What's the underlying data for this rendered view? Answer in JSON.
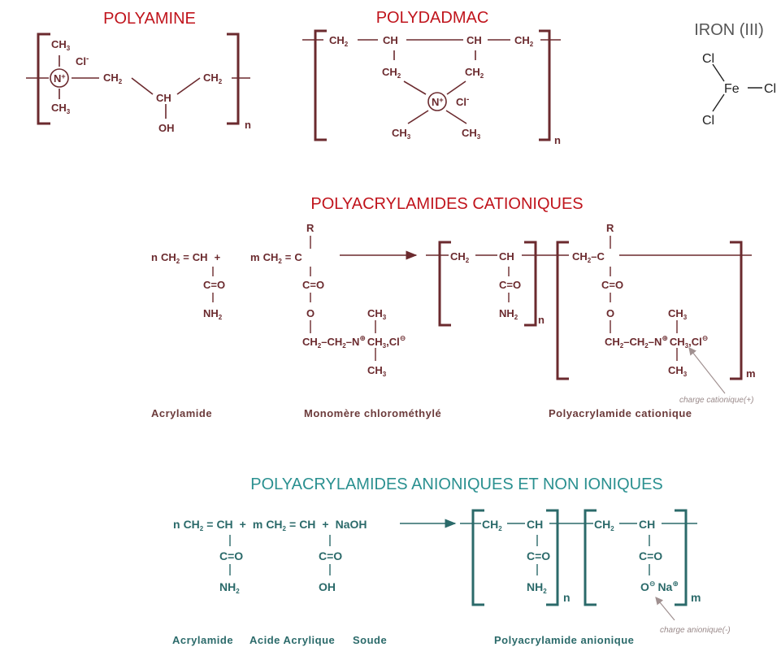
{
  "colors": {
    "maroon": "#6b2a2e",
    "red_title": "#c0141c",
    "teal": "#2b6a6a",
    "teal_title": "#2a9090",
    "gray": "#555555",
    "note": "#9a8a8a"
  },
  "titles": {
    "polyamine": "POLYAMINE",
    "polydadmac": "POLYDADMAC",
    "iron": "IRON (III)",
    "cationic": "POLYACRYLAMIDES CATIONIQUES",
    "anionic": "POLYACRYLAMIDES ANIONIQUES ET NON IONIQUES"
  },
  "polyamine": {
    "ch3_top": "CH",
    "ch3_bottom": "CH",
    "sub3": "3",
    "cl": "Cl",
    "cl_charge": "-",
    "n": "N",
    "n_charge": "+",
    "ch2_left": "CH",
    "ch2_right": "CH",
    "sub2": "2",
    "ch": "CH",
    "oh": "OH",
    "n_index": "n"
  },
  "polydadmac": {
    "ch2_a": "CH",
    "ch_a": "CH",
    "ch_b": "CH",
    "ch2_b": "CH",
    "ch2_c": "CH",
    "ch2_d": "CH",
    "sub2": "2",
    "sub3": "3",
    "n": "N",
    "n_charge": "+",
    "cl": "Cl",
    "cl_charge": "-",
    "ch3_a": "CH",
    "ch3_b": "CH",
    "n_index": "n"
  },
  "iron": {
    "cl_top": "Cl",
    "fe": "Fe",
    "cl_right": "Cl",
    "cl_bottom": "Cl"
  },
  "cationic": {
    "n_coef": "n",
    "ch2": "CH",
    "eq": "=",
    "ch": "CH",
    "plus": "+",
    "m_coef": "m",
    "c": "C",
    "r": "R",
    "co": "C=O",
    "nh2": "NH",
    "o": "O",
    "sub2": "2",
    "sub3": "3",
    "ch3": "CH",
    "n": "N",
    "charge_plus": "⊕",
    "chain_ch2": "CH",
    "cl": "Cl",
    "cl_charge": "⊖",
    "comma": ",",
    "n_index": "n",
    "m_index": "m",
    "note": "charge cationique(+)",
    "cap_acrylamide": "Acrylamide",
    "cap_monomer": "Monomère chlorométhylé",
    "cap_product": "Polyacrylamide cationique"
  },
  "anionic": {
    "n_coef": "n",
    "m_coef": "m",
    "ch2": "CH",
    "eq": "=",
    "ch": "CH",
    "plus": "+",
    "naoh": "NaOH",
    "co": "C=O",
    "nh2": "NH",
    "oh": "OH",
    "sub2": "2",
    "o": "O",
    "o_charge": "⊖",
    "na": "Na",
    "na_charge": "⊕",
    "n_index": "n",
    "m_index": "m",
    "note": "charge anionique(-)",
    "cap_acrylamide": "Acrylamide",
    "cap_acid": "Acide Acrylique",
    "cap_soude": "Soude",
    "cap_product": "Polyacrylamide anionique"
  }
}
